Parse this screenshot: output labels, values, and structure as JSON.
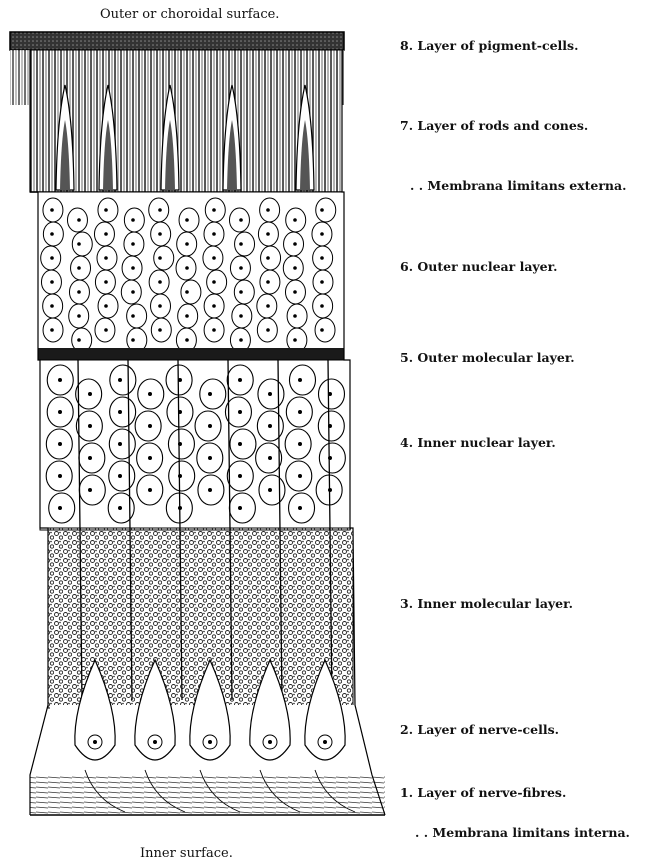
{
  "figure": {
    "top_caption": "Outer or choroidal surface.",
    "bottom_caption": "Inner surface."
  },
  "labels": [
    {
      "id": "pigment",
      "text": "8. Layer of pigment-cells."
    },
    {
      "id": "rods-cones",
      "text": "7. Layer of rods and cones."
    },
    {
      "id": "limitans-externa",
      "text": ". . Membrana limitans externa."
    },
    {
      "id": "outer-nuclear",
      "text": "6. Outer nuclear layer."
    },
    {
      "id": "outer-molecular",
      "text": "5. Outer molecular layer."
    },
    {
      "id": "inner-nuclear",
      "text": "4. Inner nuclear layer."
    },
    {
      "id": "inner-molecular",
      "text": "3. Inner molecular layer."
    },
    {
      "id": "nerve-cells",
      "text": "2. Layer of nerve-cells."
    },
    {
      "id": "nerve-fibres",
      "text": "1. Layer of nerve-fibres."
    },
    {
      "id": "limitans-interna",
      "text": ". . Membrana limitans interna."
    }
  ],
  "colors": {
    "ink": "#1a1a1a",
    "paper": "#ffffff"
  }
}
